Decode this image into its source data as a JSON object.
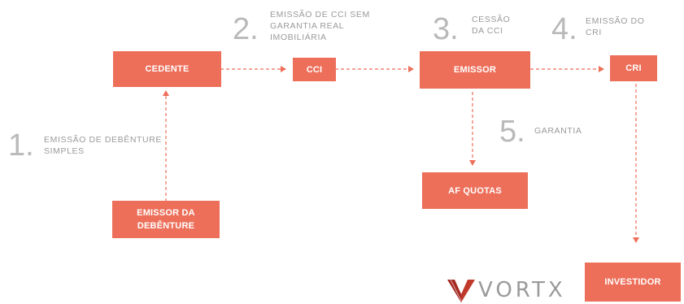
{
  "steps": [
    {
      "number": "1.",
      "text": "EMISSÃO DE DEBÊNTURE\nSIMPLES"
    },
    {
      "number": "2.",
      "text": "EMISSÃO DE CCI SEM\nGARANTIA REAL\nIMOBILIÁRIA"
    },
    {
      "number": "3.",
      "text": "CESSÃO\nDA CCI"
    },
    {
      "number": "4.",
      "text": "EMISSÃO DO\nCRI"
    },
    {
      "number": "5.",
      "text": "GARANTIA"
    }
  ],
  "boxes": {
    "cedente": "CEDENTE",
    "cci": "CCI",
    "emissor": "EMISSOR",
    "cri": "CRI",
    "emissor_debenture": "EMISSOR DA\nDEBÊNTURE",
    "af_quotas": "AF QUOTAS",
    "investidor": "INVESTIDOR"
  },
  "logo": {
    "wordmark": "VORTX",
    "icon": "vortx-v-logo-icon"
  },
  "colors": {
    "box": "#ed6f5a",
    "arrow": "#ed6f5a",
    "step_number": "#b9b9b9",
    "step_text": "#9a9a9a"
  }
}
